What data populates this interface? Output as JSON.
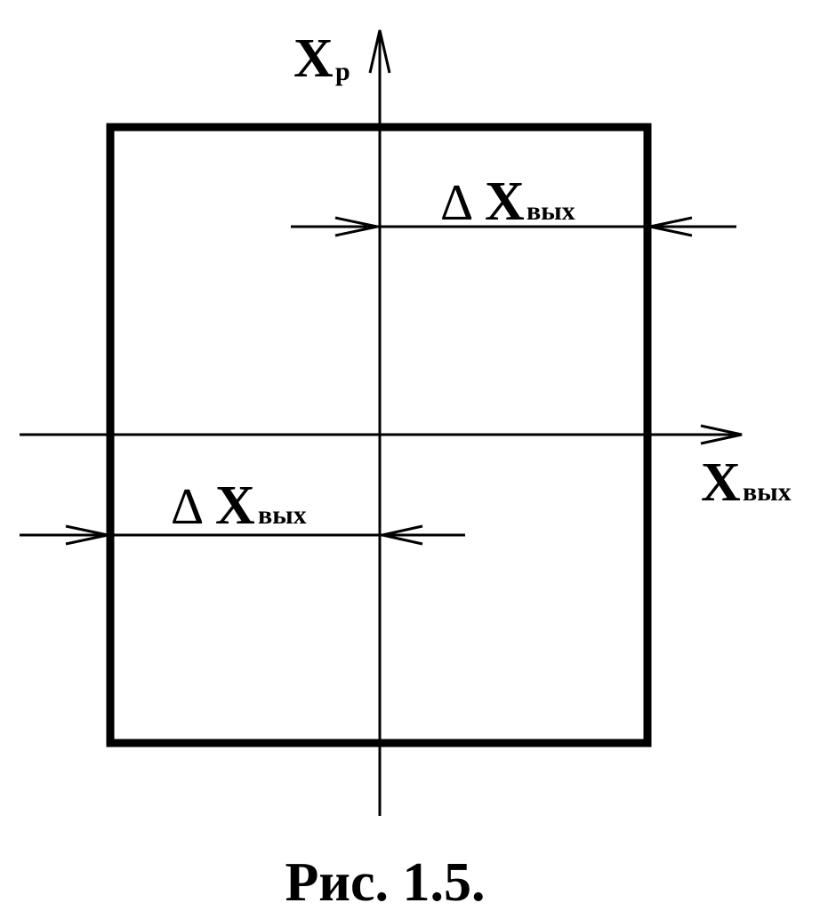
{
  "diagram": {
    "vertical_axis": {
      "main": "X",
      "sub": "р"
    },
    "horizontal_axis": {
      "main": "X",
      "sub": "вых"
    },
    "upper_dimension": {
      "delta": "∆",
      "main": "X",
      "sub": "вых"
    },
    "lower_dimension": {
      "delta": "∆",
      "main": "X",
      "sub": "вых"
    },
    "caption": "Рис. 1.5."
  },
  "colors": {
    "stroke": "#000000",
    "background": "#ffffff"
  }
}
